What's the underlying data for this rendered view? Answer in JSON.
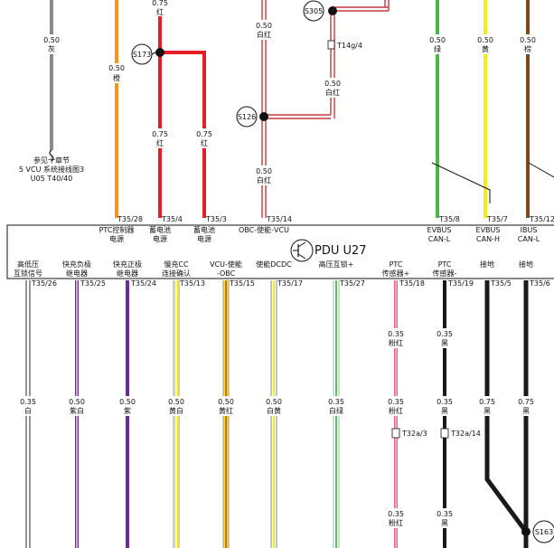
{
  "module": {
    "title": "PDU U27"
  },
  "colors": {
    "gray": "#8a8a8a",
    "orange": "#f7941d",
    "red": "#e41e26",
    "green": "#4cb748",
    "yellow": "#f4ec1a",
    "brown": "#7a4a1c",
    "purple": "#6a2c91",
    "pink": "#ef5b84",
    "black": "#1a1a1a",
    "white_red": "#c43c3c",
    "white_green": "#3aa34a"
  },
  "top_wires": [
    {
      "size": "0.50",
      "color_name": "灰",
      "color_key": "gray"
    },
    {
      "size": "0.50",
      "color_name": "橙",
      "color_key": "orange"
    },
    {
      "size": "0.75",
      "color_name": "红",
      "color_key": "red"
    },
    {
      "size": "0.75",
      "color_name": "红",
      "color_key": "red"
    },
    {
      "size": "0.75",
      "color_name": "红",
      "color_key": "red"
    },
    {
      "size": "0.50",
      "color_name": "白红",
      "color_key": "white_red"
    },
    {
      "size": "0.50",
      "color_name": "白红",
      "color_key": "white_red"
    },
    {
      "size": "0.50",
      "color_name": "白红",
      "color_key": "white_red"
    },
    {
      "size": "0.50",
      "color_name": "绿",
      "color_key": "green"
    },
    {
      "size": "0.50",
      "color_name": "黄",
      "color_key": "yellow"
    },
    {
      "size": "0.50",
      "color_name": "棕",
      "color_key": "brown"
    }
  ],
  "splices": [
    "S305",
    "S173",
    "S126",
    "S163"
  ],
  "inline_connectors": [
    "T14g/4",
    "T32a/3",
    "T32a/14"
  ],
  "reference": {
    "line1": "参见十章节",
    "line2": "5 VCU 系统接线图3",
    "line3": "U05 T40/40"
  },
  "top_pins": [
    {
      "pin": "T35/28",
      "label1": "PTC控制器",
      "label2": "电源"
    },
    {
      "pin": "T35/4",
      "label1": "蓄电池",
      "label2": "电源"
    },
    {
      "pin": "T35/3",
      "label1": "蓄电池",
      "label2": "电源"
    },
    {
      "pin": "T35/14",
      "label1": "OBC-使能-VCU",
      "label2": ""
    },
    {
      "pin": "T35/8",
      "label1": "EVBUS",
      "label2": "CAN-L"
    },
    {
      "pin": "T35/7",
      "label1": "EVBUS",
      "label2": "CAN-H"
    },
    {
      "pin": "T35/12",
      "label1": "IBUS",
      "label2": "CAN-L"
    }
  ],
  "bottom_pins": [
    {
      "pin": "T35/26",
      "label1": "高低压",
      "label2": "互锁信号",
      "size": "0.35",
      "color_name": "白"
    },
    {
      "pin": "T35/25",
      "label1": "快充负极",
      "label2": "继电器",
      "size": "0.50",
      "color_name": "紫白"
    },
    {
      "pin": "T35/24",
      "label1": "快充正极",
      "label2": "继电器",
      "size": "0.50",
      "color_name": "紫"
    },
    {
      "pin": "T35/13",
      "label1": "慢充CC",
      "label2": "连接确认",
      "size": "0.50",
      "color_name": "黄白"
    },
    {
      "pin": "T35/15",
      "label1": "VCU-使能",
      "label2": "-OBC",
      "size": "0.50",
      "color_name": "黄红"
    },
    {
      "pin": "T35/17",
      "label1": "使能DCDC",
      "label2": "",
      "size": "0.50",
      "color_name": "白黄"
    },
    {
      "pin": "T35/27",
      "label1": "高压互锁+",
      "label2": "",
      "size": "0.35",
      "color_name": "白绿"
    },
    {
      "pin": "T35/18",
      "label1": "PTC",
      "label2": "传感器+",
      "size": "0.35",
      "color_name": "粉红"
    },
    {
      "pin": "T35/19",
      "label1": "PTC",
      "label2": "传感器-",
      "size": "0.35",
      "color_name": "黑"
    },
    {
      "pin": "T35/5",
      "label1": "接地",
      "label2": "",
      "size": "0.75",
      "color_name": "黑"
    },
    {
      "pin": "T35/6",
      "label1": "接地",
      "label2": "",
      "size": "0.75",
      "color_name": "黑"
    }
  ]
}
